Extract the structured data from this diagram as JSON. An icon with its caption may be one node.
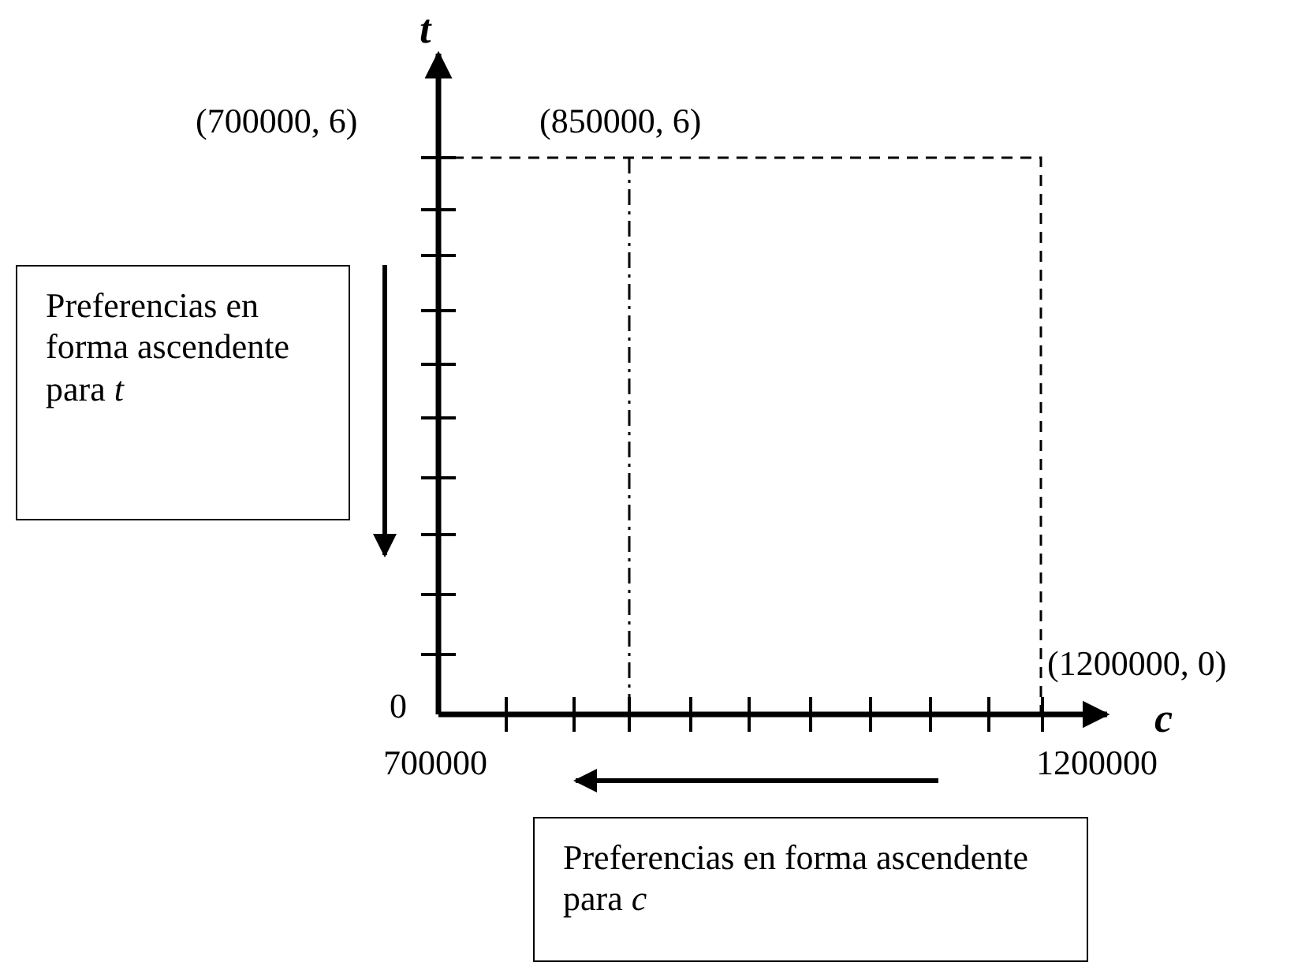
{
  "diagram": {
    "nodes": [
      {
        "text": [
          "Preferencias en forma ascendente para *t*"
        ]
      },
      {
        "text": [
          "Preferencias en forma ascendente para *c*"
        ]
      }
    ],
    "edges": [],
    "labels": [
      "*t*",
      "(700000, 6)",
      "(850000, 6)",
      "(1200000, 0)",
      "0",
      "*c*",
      "700000",
      "1200000"
    ]
  }
}
